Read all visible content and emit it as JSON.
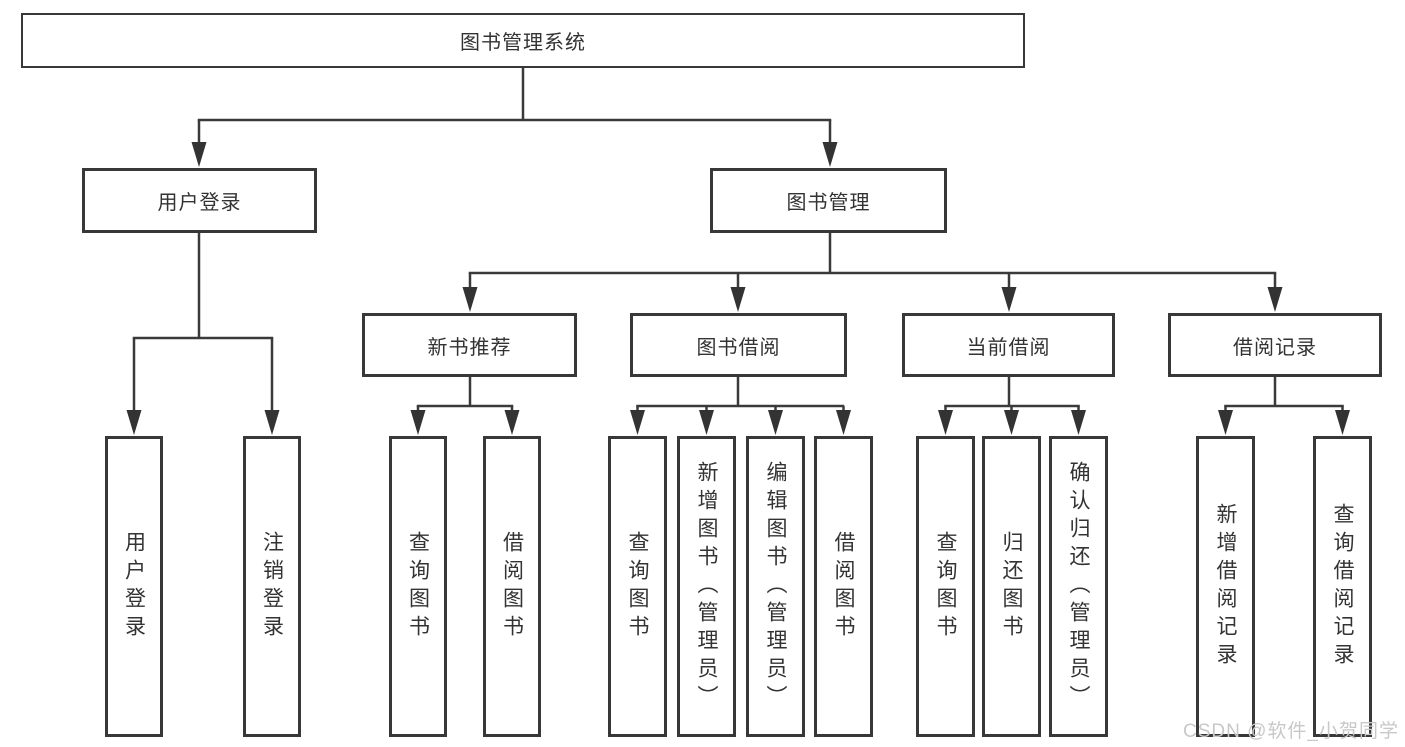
{
  "diagram": {
    "type": "tree",
    "colors": {
      "line": "#3a3a3a",
      "text": "#333333",
      "box_background": "#ffffff",
      "watermark": "#c8c8c8"
    },
    "root": {
      "label": "图书管理系统"
    },
    "children": [
      {
        "id": "user-login",
        "label": "用户登录",
        "leaves": [
          {
            "label": "用户登录"
          },
          {
            "label": "注销登录"
          }
        ]
      },
      {
        "id": "book-management",
        "label": "图书管理",
        "children": [
          {
            "id": "new-book-recommend",
            "label": "新书推荐",
            "leaves": [
              {
                "label": "查询图书"
              },
              {
                "label": "借阅图书"
              }
            ]
          },
          {
            "id": "book-borrow",
            "label": "图书借阅",
            "leaves": [
              {
                "label": "查询图书"
              },
              {
                "label": "新增图书（管理员）"
              },
              {
                "label": "编辑图书（管理员）"
              },
              {
                "label": "借阅图书"
              }
            ]
          },
          {
            "id": "current-borrow",
            "label": "当前借阅",
            "leaves": [
              {
                "label": "查询图书"
              },
              {
                "label": "归还图书"
              },
              {
                "label": "确认归还（管理员）"
              }
            ]
          },
          {
            "id": "borrow-record",
            "label": "借阅记录",
            "leaves": [
              {
                "label": "新增借阅记录"
              },
              {
                "label": "查询借阅记录"
              }
            ]
          }
        ]
      }
    ]
  },
  "watermark": {
    "text": "CSDN @软件_小贺同学"
  }
}
